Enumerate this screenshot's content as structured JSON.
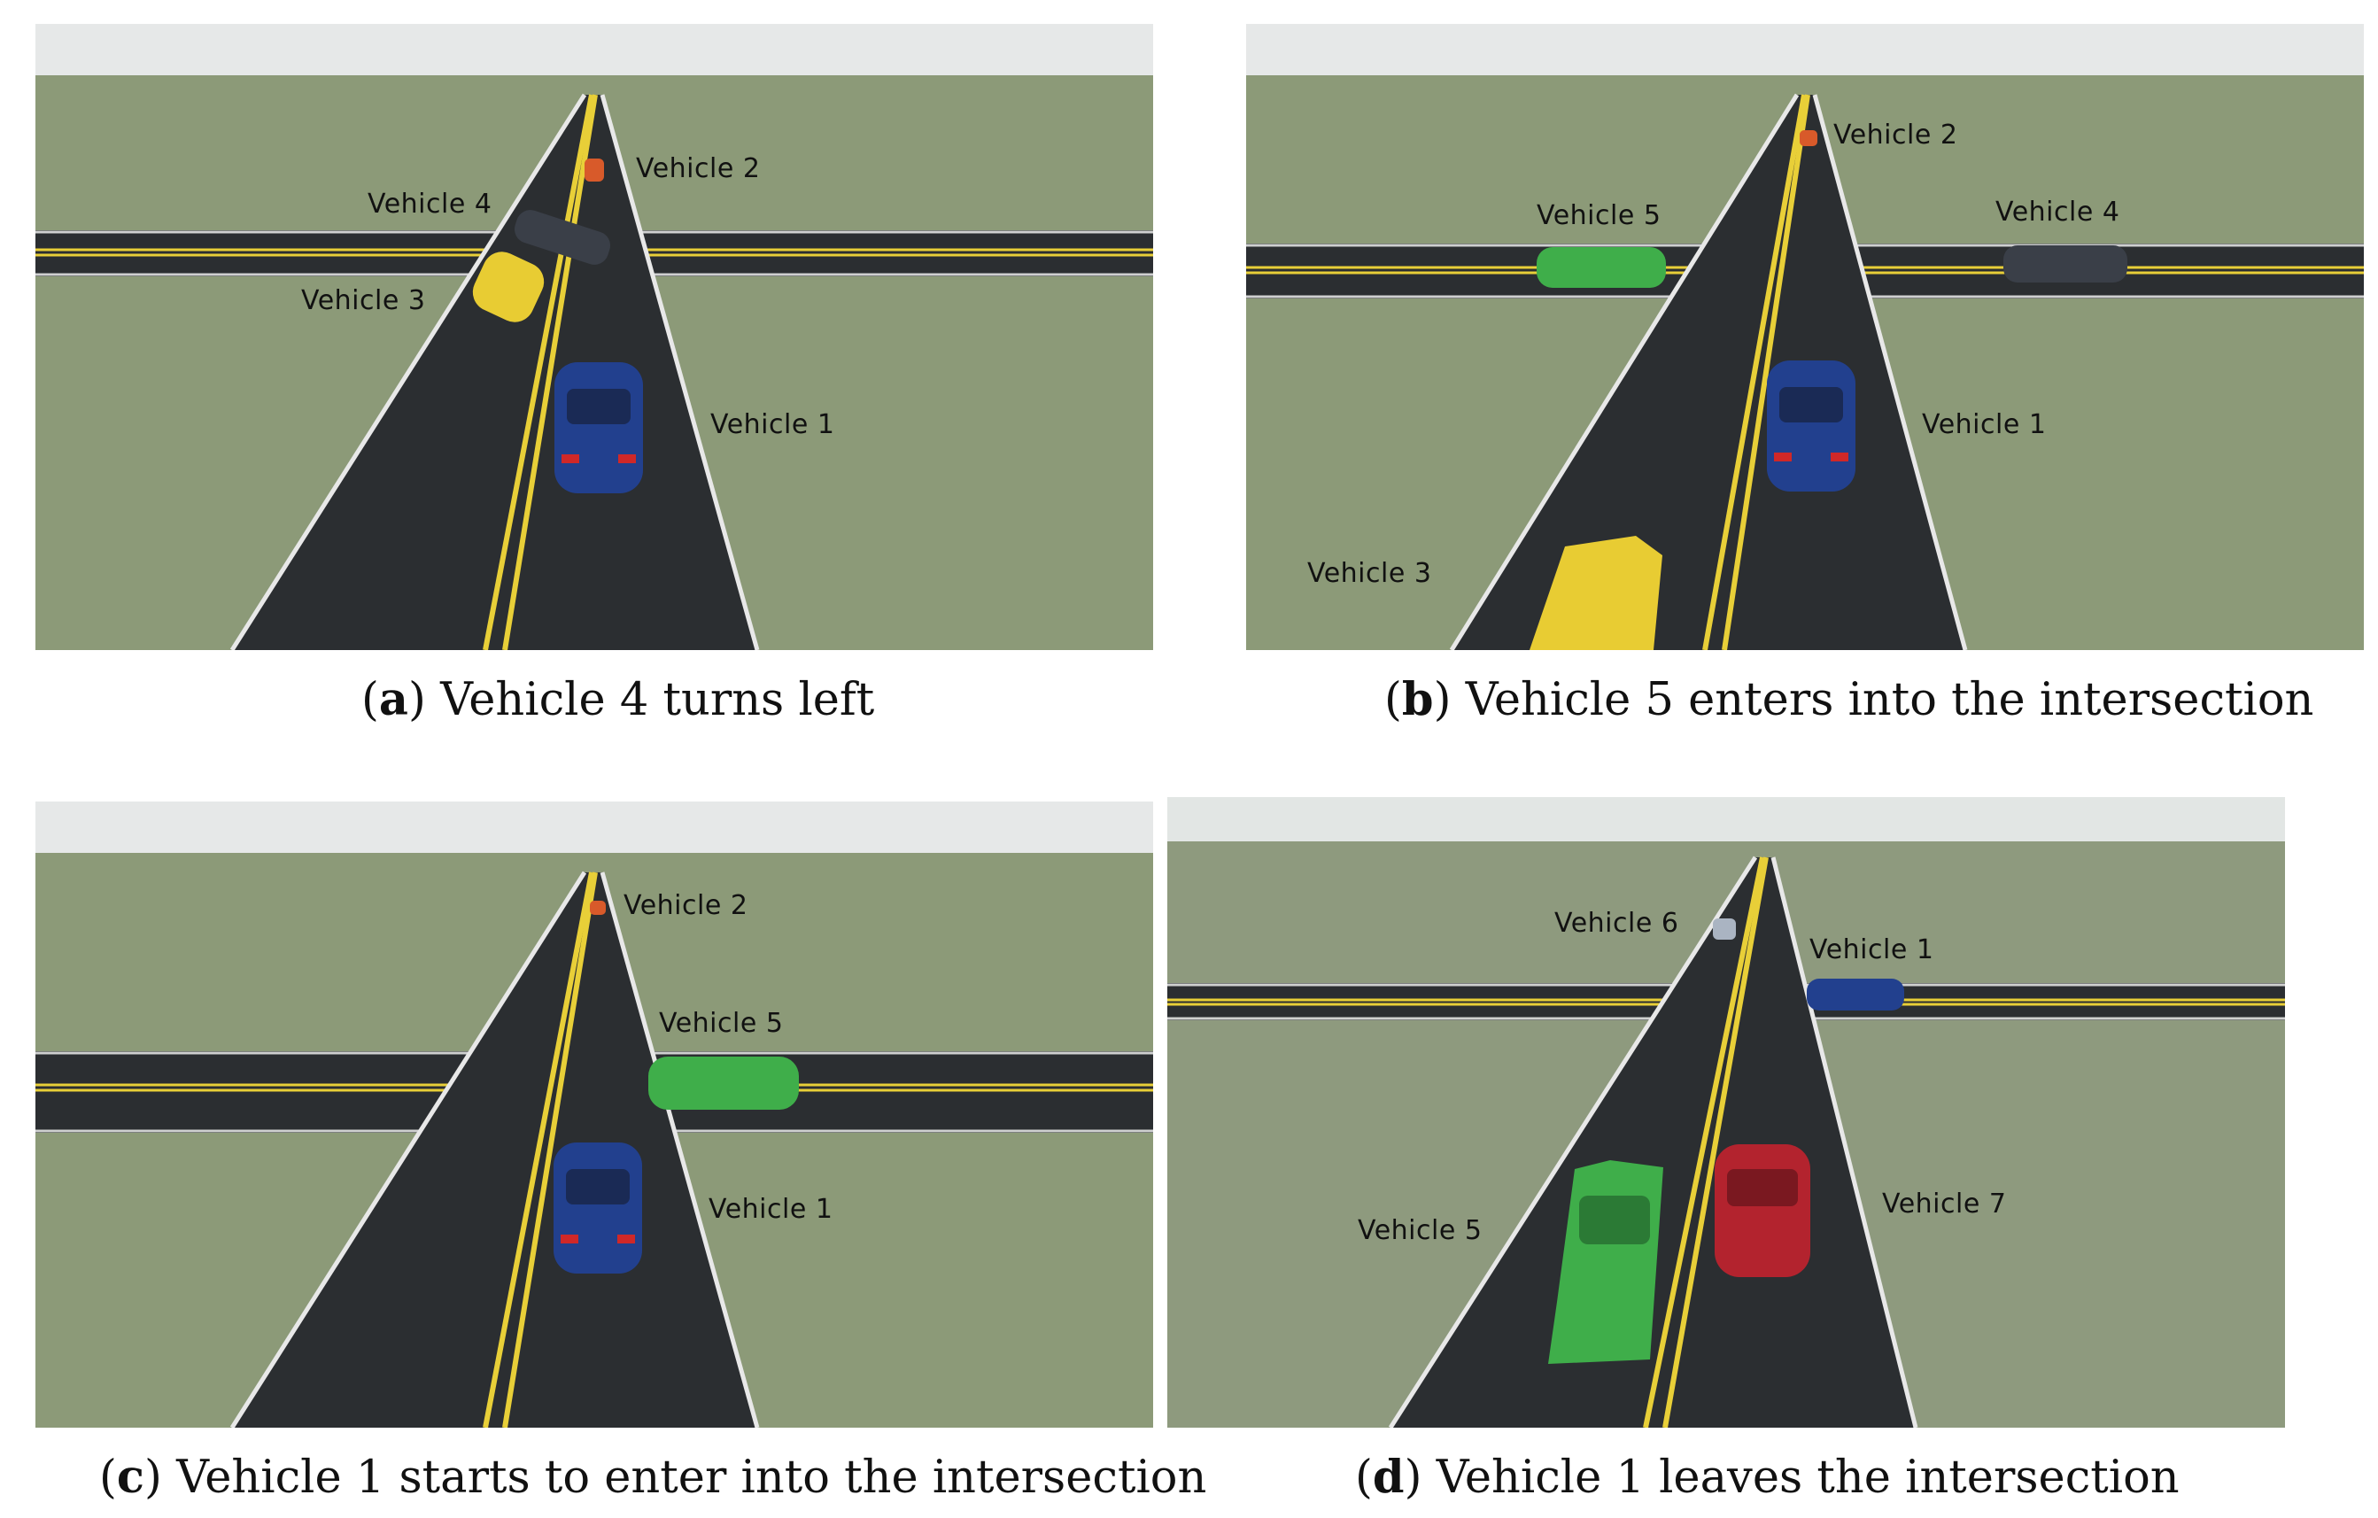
{
  "panels": [
    {
      "id": "a",
      "letter": "a",
      "caption": "Vehicle 4 turns left",
      "labels": [
        "Vehicle 4",
        "Vehicle 2",
        "Vehicle 3",
        "Vehicle 1"
      ]
    },
    {
      "id": "b",
      "letter": "b",
      "caption": "Vehicle 5 enters into the intersection",
      "labels": [
        "Vehicle 2",
        "Vehicle 5",
        "Vehicle 4",
        "Vehicle 1",
        "Vehicle 3"
      ]
    },
    {
      "id": "c",
      "letter": "c",
      "caption": "Vehicle 1 starts to enter into the intersection",
      "labels": [
        "Vehicle 2",
        "Vehicle 5",
        "Vehicle 1"
      ]
    },
    {
      "id": "d",
      "letter": "d",
      "caption": "Vehicle 1 leaves the intersection",
      "labels": [
        "Vehicle 6",
        "Vehicle 1",
        "Vehicle 5",
        "Vehicle 7"
      ]
    }
  ],
  "colors": {
    "sky": "#e6e8e8",
    "grass": "#8c9a78",
    "road": "#2b2e31",
    "yellow_line": "#e8cf38",
    "white_line": "#e8e8e8",
    "car_blue": "#22408e",
    "car_yellow": "#e8cc33",
    "car_green": "#3fae4a",
    "car_dark": "#3a3f48",
    "car_red": "#b3232e",
    "car_orange": "#d85a2a",
    "car_silver": "#aab4c2"
  }
}
